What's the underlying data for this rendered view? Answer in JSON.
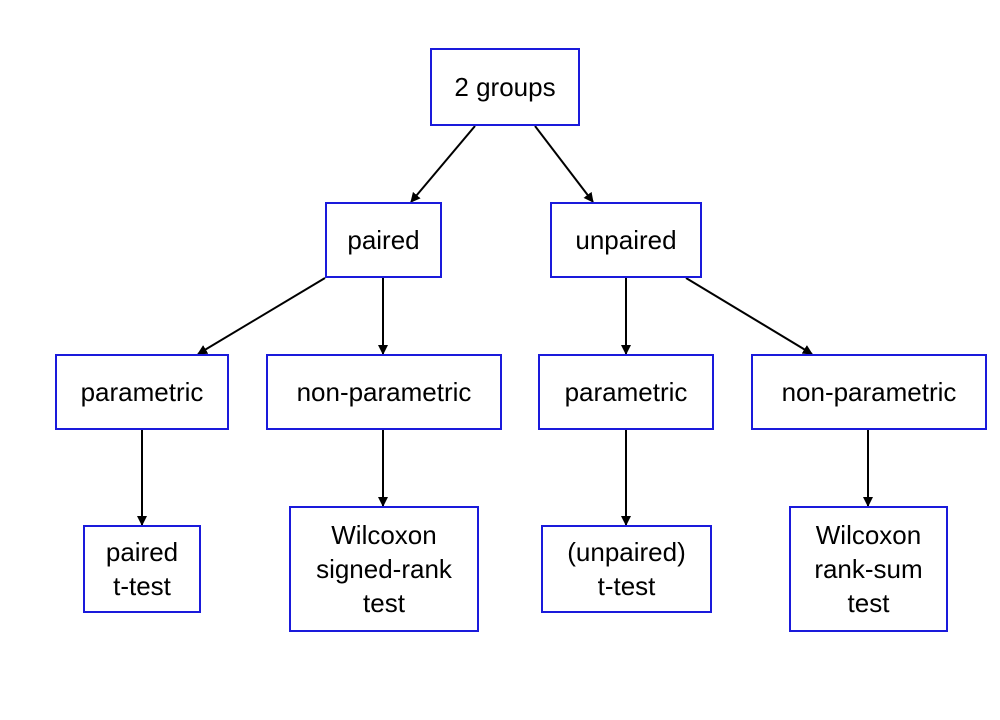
{
  "colors": {
    "node_border": "#1a1adb",
    "edge": "#000000",
    "text": "#000000",
    "background": "#ffffff"
  },
  "nodes": {
    "root": {
      "label": "2 groups"
    },
    "paired": {
      "label": "paired"
    },
    "unpaired": {
      "label": "unpaired"
    },
    "paired_parametric": {
      "label": "parametric"
    },
    "paired_nonparametric": {
      "label": "non-parametric"
    },
    "unpaired_parametric": {
      "label": "parametric"
    },
    "unpaired_nonparametric": {
      "label": "non-parametric"
    },
    "paired_ttest": {
      "label": "paired\nt-test"
    },
    "wilcoxon_signed_rank": {
      "label": "Wilcoxon\nsigned-rank\ntest"
    },
    "unpaired_ttest": {
      "label": "(unpaired)\nt-test"
    },
    "wilcoxon_rank_sum": {
      "label": "Wilcoxon\nrank-sum\ntest"
    }
  },
  "edges": [
    {
      "from": "root",
      "to": "paired"
    },
    {
      "from": "root",
      "to": "unpaired"
    },
    {
      "from": "paired",
      "to": "paired_parametric"
    },
    {
      "from": "paired",
      "to": "paired_nonparametric"
    },
    {
      "from": "unpaired",
      "to": "unpaired_parametric"
    },
    {
      "from": "unpaired",
      "to": "unpaired_nonparametric"
    },
    {
      "from": "paired_parametric",
      "to": "paired_ttest"
    },
    {
      "from": "paired_nonparametric",
      "to": "wilcoxon_signed_rank"
    },
    {
      "from": "unpaired_parametric",
      "to": "unpaired_ttest"
    },
    {
      "from": "unpaired_nonparametric",
      "to": "wilcoxon_rank_sum"
    }
  ]
}
